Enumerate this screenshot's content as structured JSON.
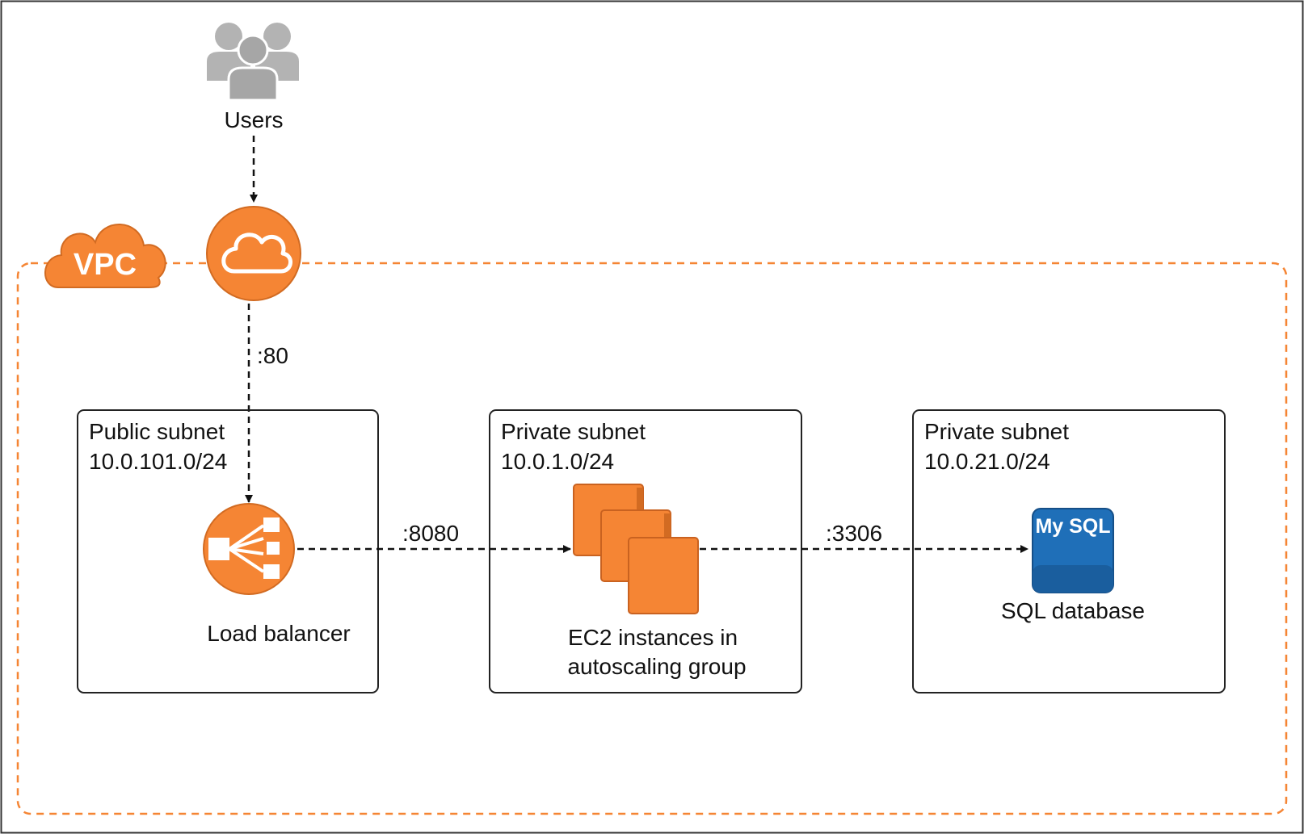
{
  "title": "",
  "vpc": {
    "label": "VPC",
    "color": "#f58534"
  },
  "users": {
    "label": "Users",
    "icon": "users-icon",
    "color": "#b3b3b3"
  },
  "gateway": {
    "icon": "internet-gateway-cloud-icon",
    "color": "#f58534"
  },
  "subnets": [
    {
      "name": "Public subnet",
      "cidr": "10.0.101.0/24"
    },
    {
      "name": "Private subnet",
      "cidr": "10.0.1.0/24"
    },
    {
      "name": "Private subnet",
      "cidr": "10.0.21.0/24"
    }
  ],
  "nodes": {
    "load_balancer": {
      "label": "Load balancer",
      "icon": "load-balancer-icon",
      "color": "#f58534"
    },
    "ec2": {
      "label_line1": "EC2 instances in",
      "label_line2": "autoscaling group",
      "icon": "ec2-instances-icon",
      "color": "#f58534"
    },
    "database": {
      "label": "SQL database",
      "badge": "My SQL",
      "icon": "mysql-database-icon",
      "color": "#1f6fb8"
    }
  },
  "edges": [
    {
      "from": "users",
      "to": "gateway",
      "label": ""
    },
    {
      "from": "gateway",
      "to": "load_balancer",
      "label": ":80"
    },
    {
      "from": "load_balancer",
      "to": "ec2",
      "label": ":8080"
    },
    {
      "from": "ec2",
      "to": "database",
      "label": ":3306"
    }
  ]
}
